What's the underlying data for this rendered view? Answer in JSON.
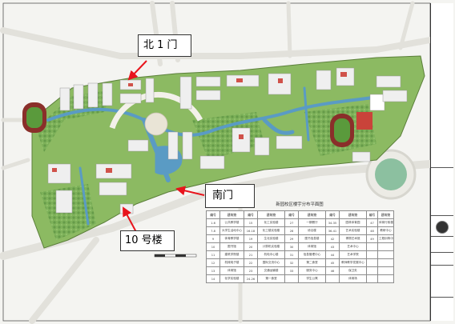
{
  "map": {
    "title": "新园校区楼宇分布平面图",
    "labels": {
      "north_gate": "北 1 门",
      "south_gate": "南门",
      "building_10": "10 号楼"
    },
    "colors": {
      "arrow": "#e8141c",
      "road": "#e9e8e2",
      "water": "#5a9bc4",
      "green": "#79ac52",
      "building_roof": "#eeeeee",
      "track": "#8a2f2a",
      "field": "#5a9a3c"
    }
  },
  "legend": {
    "headers": [
      "编号",
      "建筑物",
      "编号",
      "建筑物",
      "编号",
      "建筑物",
      "编号",
      "建筑物",
      "编号",
      "建筑物"
    ],
    "rows": [
      [
        "1-6",
        "公共教学楼",
        "15",
        "化工实验楼",
        "27",
        "一期餐厅",
        "34-35",
        "园林体育园",
        "47",
        "体育行政楼"
      ],
      [
        "7-8",
        "大学生活动中心",
        "16-18",
        "化工楼实验楼",
        "28",
        "综合楼",
        "36-41",
        "艺术实验楼",
        "48",
        "教研中心"
      ],
      [
        "9",
        "体育教学楼",
        "19",
        "生化实验楼",
        "29",
        "图书信息楼",
        "42",
        "博物艺术馆",
        "49",
        "工程训练中心"
      ],
      [
        "10",
        "图书馆",
        "20",
        "计算机实验楼",
        "30",
        "体育馆",
        "43",
        "艺术中心",
        "",
        ""
      ],
      [
        "11",
        "建筑学院楼",
        "21",
        "机电中心楼",
        "31",
        "信息管理中心",
        "44",
        "艺术学院",
        "",
        ""
      ],
      [
        "12",
        "机械电子楼",
        "22",
        "国际交流中心",
        "32",
        "第二食堂",
        "45",
        "教师教学发展中心",
        "",
        ""
      ],
      [
        "13",
        "体育馆",
        "23",
        "交通运输楼",
        "33",
        "服务中心",
        "46",
        "保卫处",
        "",
        ""
      ],
      [
        "14",
        "化学实验楼",
        "24-26",
        "第一食堂",
        "",
        "学生公寓",
        "",
        "体育场",
        "",
        ""
      ]
    ]
  }
}
